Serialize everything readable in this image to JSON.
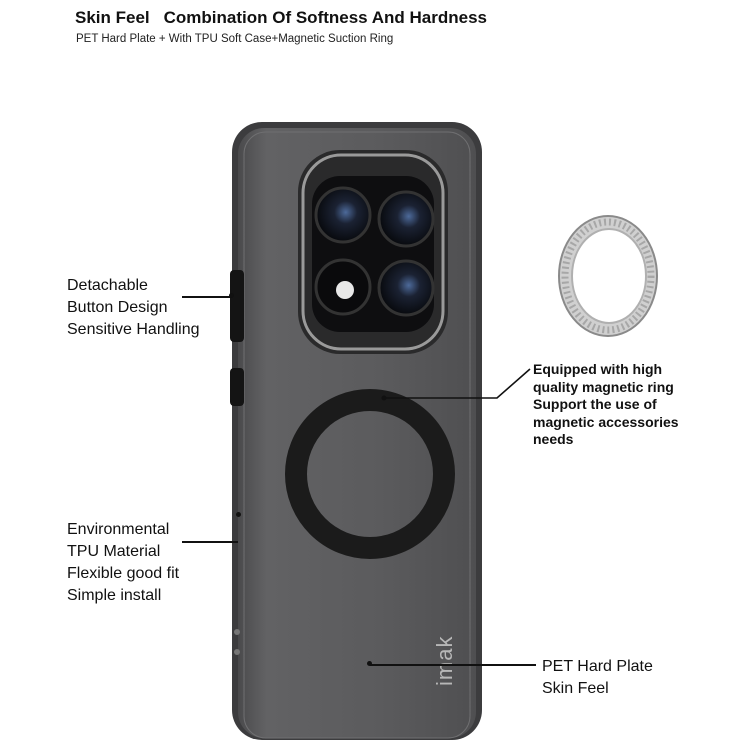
{
  "header": {
    "title_left": "Skin Feel",
    "title_right": "Combination Of Softness And Hardness",
    "subtitle": "PET  Hard Plate + With TPU Soft Case+Magnetic Suction Ring"
  },
  "callouts": {
    "buttons": [
      "Detachable",
      "Button Design",
      "Sensitive Handling"
    ],
    "material": [
      "Environmental",
      "TPU Material",
      "Flexible good fit",
      "Simple install"
    ],
    "magnet": [
      "Equipped with high",
      "quality magnetic ring",
      "Support the use of",
      "magnetic accessories",
      "needs"
    ],
    "plate": [
      "PET Hard Plate",
      "Skin Feel"
    ]
  },
  "product": {
    "brand_mark": "imak",
    "case_color": "#5e5e60",
    "ring_color": "#1b1b1b"
  }
}
